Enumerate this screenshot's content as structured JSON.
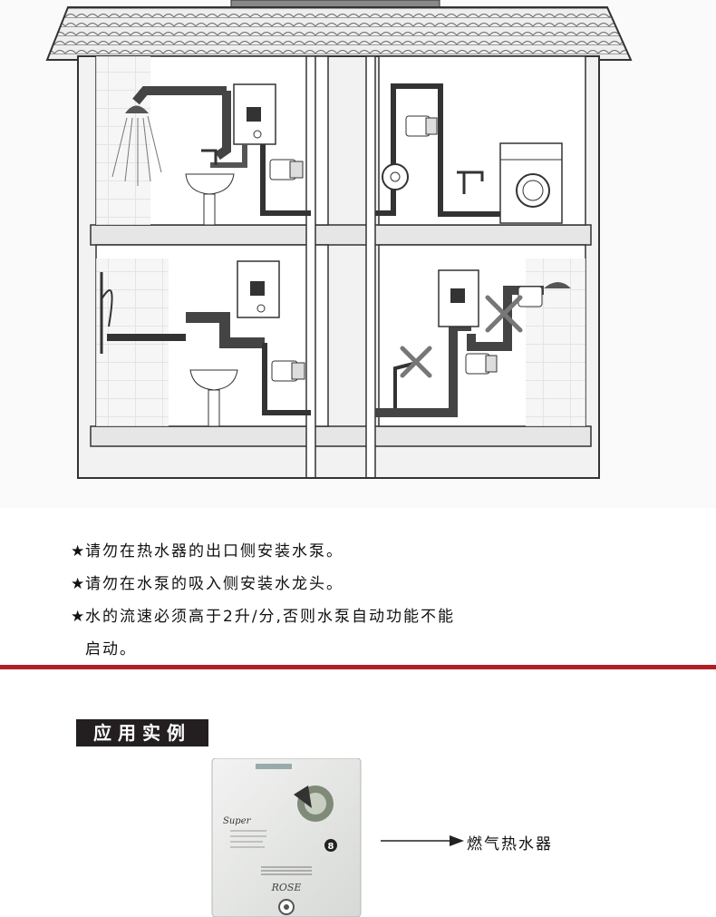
{
  "installation_notes": [
    "请勿在热水器的出口侧安装水泵。",
    "请勿在水泵的吸入侧安装水龙头。",
    "水的流速必须高于2升/分,否则水泵自动功能不能",
    "启动。"
  ],
  "note_bullet": "★",
  "section_title": "应用实例",
  "heater_callout": "燃气热水器",
  "heater_panel": {
    "brand_script": "Super",
    "model_number": "8",
    "brand_name": "ROSE"
  },
  "colors": {
    "divider": "#b11e24",
    "title_bg": "#231f20",
    "title_text": "#ffffff"
  }
}
